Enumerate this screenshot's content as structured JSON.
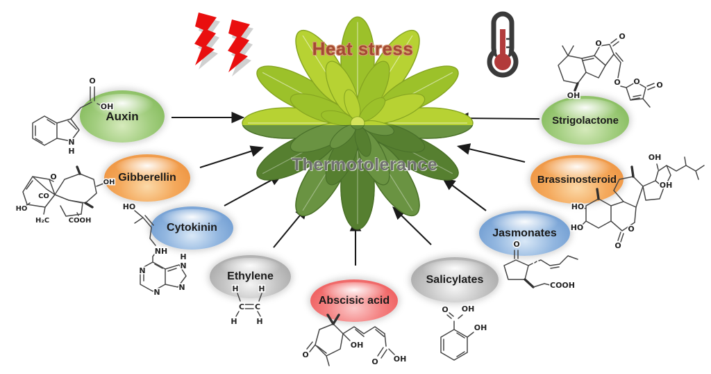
{
  "figure": {
    "heat_stress_label": "Heat stress",
    "thermotolerance_label": "Thermotolerance"
  },
  "hormones": [
    {
      "name": "Auxin",
      "color": "green",
      "hex": "#88bd60",
      "atoms": [
        "O",
        "OH",
        "N",
        "H"
      ]
    },
    {
      "name": "Gibberellin",
      "color": "orange",
      "hex": "#ef9643",
      "atoms": [
        "O",
        "CO",
        "HO",
        "H₂C",
        "COOH",
        "OH"
      ]
    },
    {
      "name": "Cytokinin",
      "color": "blue",
      "hex": "#739fd3",
      "atoms": [
        "HO",
        "NH",
        "H",
        "N",
        "N",
        "N",
        "N"
      ]
    },
    {
      "name": "Ethylene",
      "color": "gray",
      "hex": "#ababab",
      "atoms": [
        "H",
        "H",
        "C",
        "C",
        "H",
        "H"
      ]
    },
    {
      "name": "Abscisic acid",
      "color": "red",
      "hex": "#ef6060",
      "atoms": [
        "O",
        "OH",
        "O",
        "OH"
      ]
    },
    {
      "name": "Salicylates",
      "color": "gray",
      "hex": "#ababab",
      "atoms": [
        "O",
        "OH",
        "OH"
      ]
    },
    {
      "name": "Jasmonates",
      "color": "blue",
      "hex": "#739fd3",
      "atoms": [
        "O",
        "COOH"
      ]
    },
    {
      "name": "Brassinosteroid",
      "color": "orange",
      "hex": "#ef9643",
      "atoms": [
        "OH",
        "OH",
        "HO",
        "HO",
        "O",
        "O"
      ]
    },
    {
      "name": "Strigolactone",
      "color": "green",
      "hex": "#88bd60",
      "atoms": [
        "O",
        "O",
        "OH",
        "O",
        "O",
        "O"
      ]
    }
  ],
  "icons": {
    "lightning_bolts": {
      "count": 2,
      "color": "#e90f0f"
    },
    "thermometer": {
      "outline": "#3a3a3a",
      "mercury": "#b23b3b"
    }
  },
  "colors": {
    "plant_light_leaf": "#b6d233",
    "plant_dark_leaf": "#69923f",
    "arrow": "#1a1a1a",
    "heat_stress_text": "#a34a32",
    "thermotolerance_text": "#6f6f6f"
  }
}
